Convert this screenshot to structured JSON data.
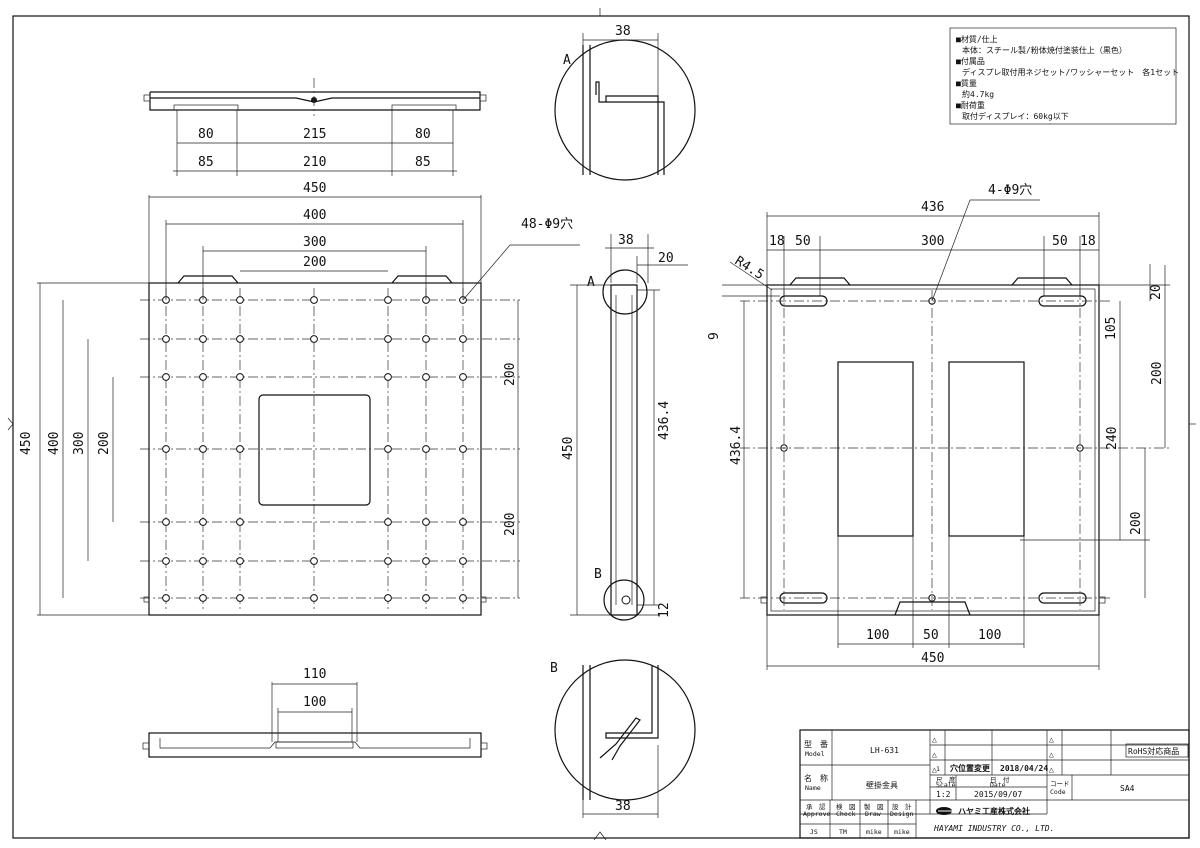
{
  "notes": [
    "■材質/仕上",
    "本体：スチール製/粉体焼付塗装仕上（黒色）",
    "■付属品",
    "ディスプレ取付用ネジセット/ワッシャーセット　各1セット",
    "■質量",
    "約4.7kg",
    "■耐荷重",
    "取付ディスプレイ：60kg以下"
  ],
  "top_view": {
    "d38": "38",
    "d80a": "80",
    "d215": "215",
    "d80b": "80",
    "d85a": "85",
    "d210": "210",
    "d85b": "85"
  },
  "front_view": {
    "d450w": "450",
    "d400w": "400",
    "d300w": "300",
    "d200w": "200",
    "holes_note": "48-Φ9穴",
    "d450h": "450",
    "d400h": "400",
    "d300h": "300",
    "d200h": "200",
    "d200r1": "200",
    "d200r2": "200"
  },
  "bottom_view": {
    "d110": "110",
    "d100": "100"
  },
  "side_view": {
    "d38": "38",
    "d20": "20",
    "d450": "450",
    "d436": "436.4",
    "d12": "12",
    "label_a": "A",
    "label_b": "B"
  },
  "detail": {
    "label_a": "A",
    "label_b": "B",
    "d38": "38",
    "d38b": "38"
  },
  "rear_view": {
    "d436": "436",
    "holes_note": "4-Φ9穴",
    "d18a": "18",
    "d50a": "50",
    "d300": "300",
    "d50b": "50",
    "d18b": "18",
    "r45": "R4.5",
    "d9": "9",
    "d20": "20",
    "d105": "105",
    "d200a": "200",
    "d240": "240",
    "d200b": "200",
    "d436h": "436.4",
    "d100a": "100",
    "d50c": "50",
    "d100b": "100",
    "d450": "450"
  },
  "title_block": {
    "rohs": "RoHS対応商品",
    "model_jp": "型　番",
    "model_en": "Model",
    "model_value": "LH-631",
    "name_jp": "名　称",
    "name_en": "Name",
    "name_value": "壁掛金具",
    "rev_mark": "1",
    "rev_note": "穴位置変更",
    "rev_date": "2018/04/24",
    "scale_jp": "尺　度",
    "scale_en": "Scale",
    "scale_value": "1:2",
    "date_jp": "日　付",
    "date_en": "Date",
    "date_value": "2015/09/07",
    "code_jp": "コード",
    "code_en": "Code",
    "code_value": "SA4",
    "approve_jp": "承　認",
    "approve_en": "Approve",
    "approve_value": "JS",
    "check_jp": "検　図",
    "check_en": "Check",
    "check_value": "TM",
    "draw_jp": "製　図",
    "draw_en": "Draw",
    "draw_value": "mike",
    "design_jp": "設　計",
    "design_en": "Design",
    "design_value": "mike",
    "company_jp": "ハヤミ工産株式会社",
    "company_en": "HAYAMI INDUSTRY CO., LTD."
  }
}
